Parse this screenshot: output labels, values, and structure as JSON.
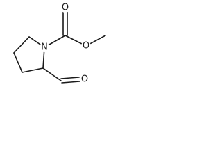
{
  "molecule": {
    "atoms": [
      {
        "id": "N1",
        "label": "N"
      },
      {
        "id": "O_carbonyl",
        "label": "O"
      },
      {
        "id": "O_ester",
        "label": "O"
      },
      {
        "id": "O_aldehyde",
        "label": "O"
      }
    ]
  },
  "colors": {
    "ink": "#1a1a1a",
    "background": "#ffffff"
  }
}
